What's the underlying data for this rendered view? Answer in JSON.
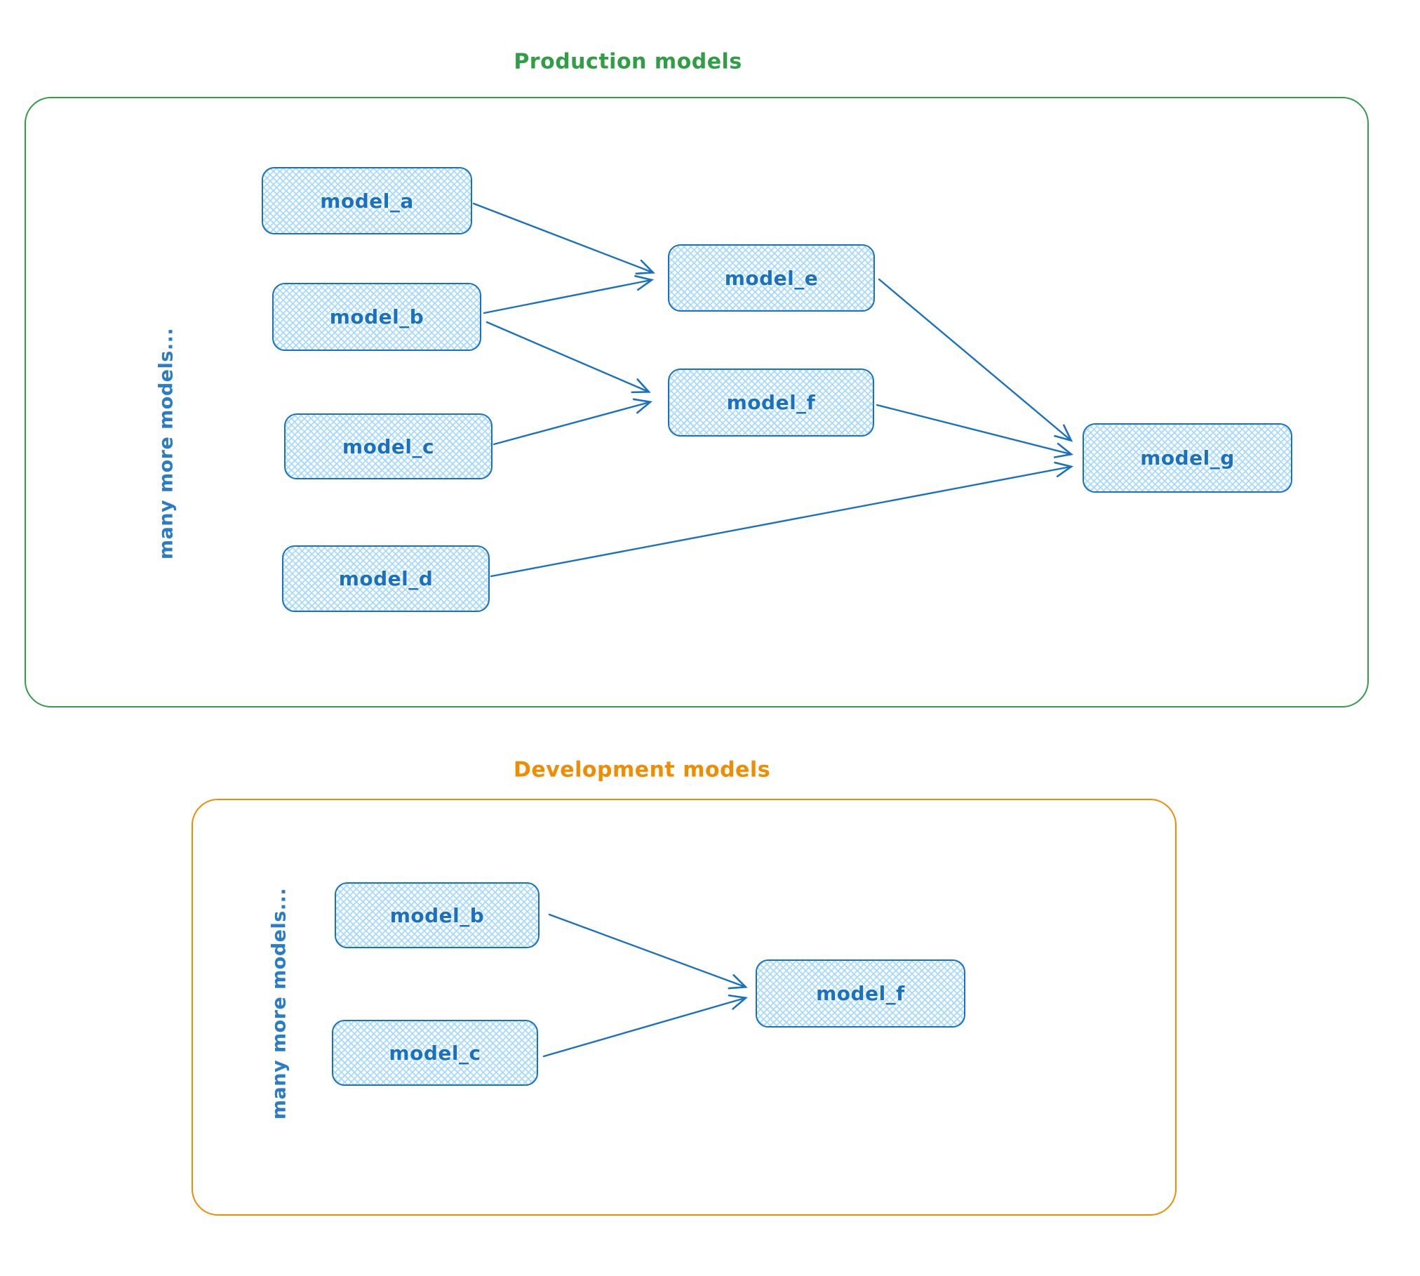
{
  "colors": {
    "node_stroke": "#1971c2",
    "node_fill": "#a5d8ff",
    "node_text": "#1971c2",
    "production_accent": "#2f9e44",
    "development_accent": "#f08c00"
  },
  "production": {
    "title": "Production models",
    "more_models_label": "many more models...",
    "nodes": [
      {
        "id": "model_a",
        "label": "model_a"
      },
      {
        "id": "model_b",
        "label": "model_b"
      },
      {
        "id": "model_c",
        "label": "model_c"
      },
      {
        "id": "model_d",
        "label": "model_d"
      },
      {
        "id": "model_e",
        "label": "model_e"
      },
      {
        "id": "model_f",
        "label": "model_f"
      },
      {
        "id": "model_g",
        "label": "model_g"
      }
    ],
    "edges": [
      {
        "from": "model_a",
        "to": "model_e"
      },
      {
        "from": "model_b",
        "to": "model_e"
      },
      {
        "from": "model_b",
        "to": "model_f"
      },
      {
        "from": "model_c",
        "to": "model_f"
      },
      {
        "from": "model_e",
        "to": "model_g"
      },
      {
        "from": "model_f",
        "to": "model_g"
      },
      {
        "from": "model_d",
        "to": "model_g"
      }
    ]
  },
  "development": {
    "title": "Development models",
    "more_models_label": "many more models...",
    "nodes": [
      {
        "id": "model_b",
        "label": "model_b"
      },
      {
        "id": "model_c",
        "label": "model_c"
      },
      {
        "id": "model_f",
        "label": "model_f"
      }
    ],
    "edges": [
      {
        "from": "model_b",
        "to": "model_f"
      },
      {
        "from": "model_c",
        "to": "model_f"
      }
    ]
  }
}
